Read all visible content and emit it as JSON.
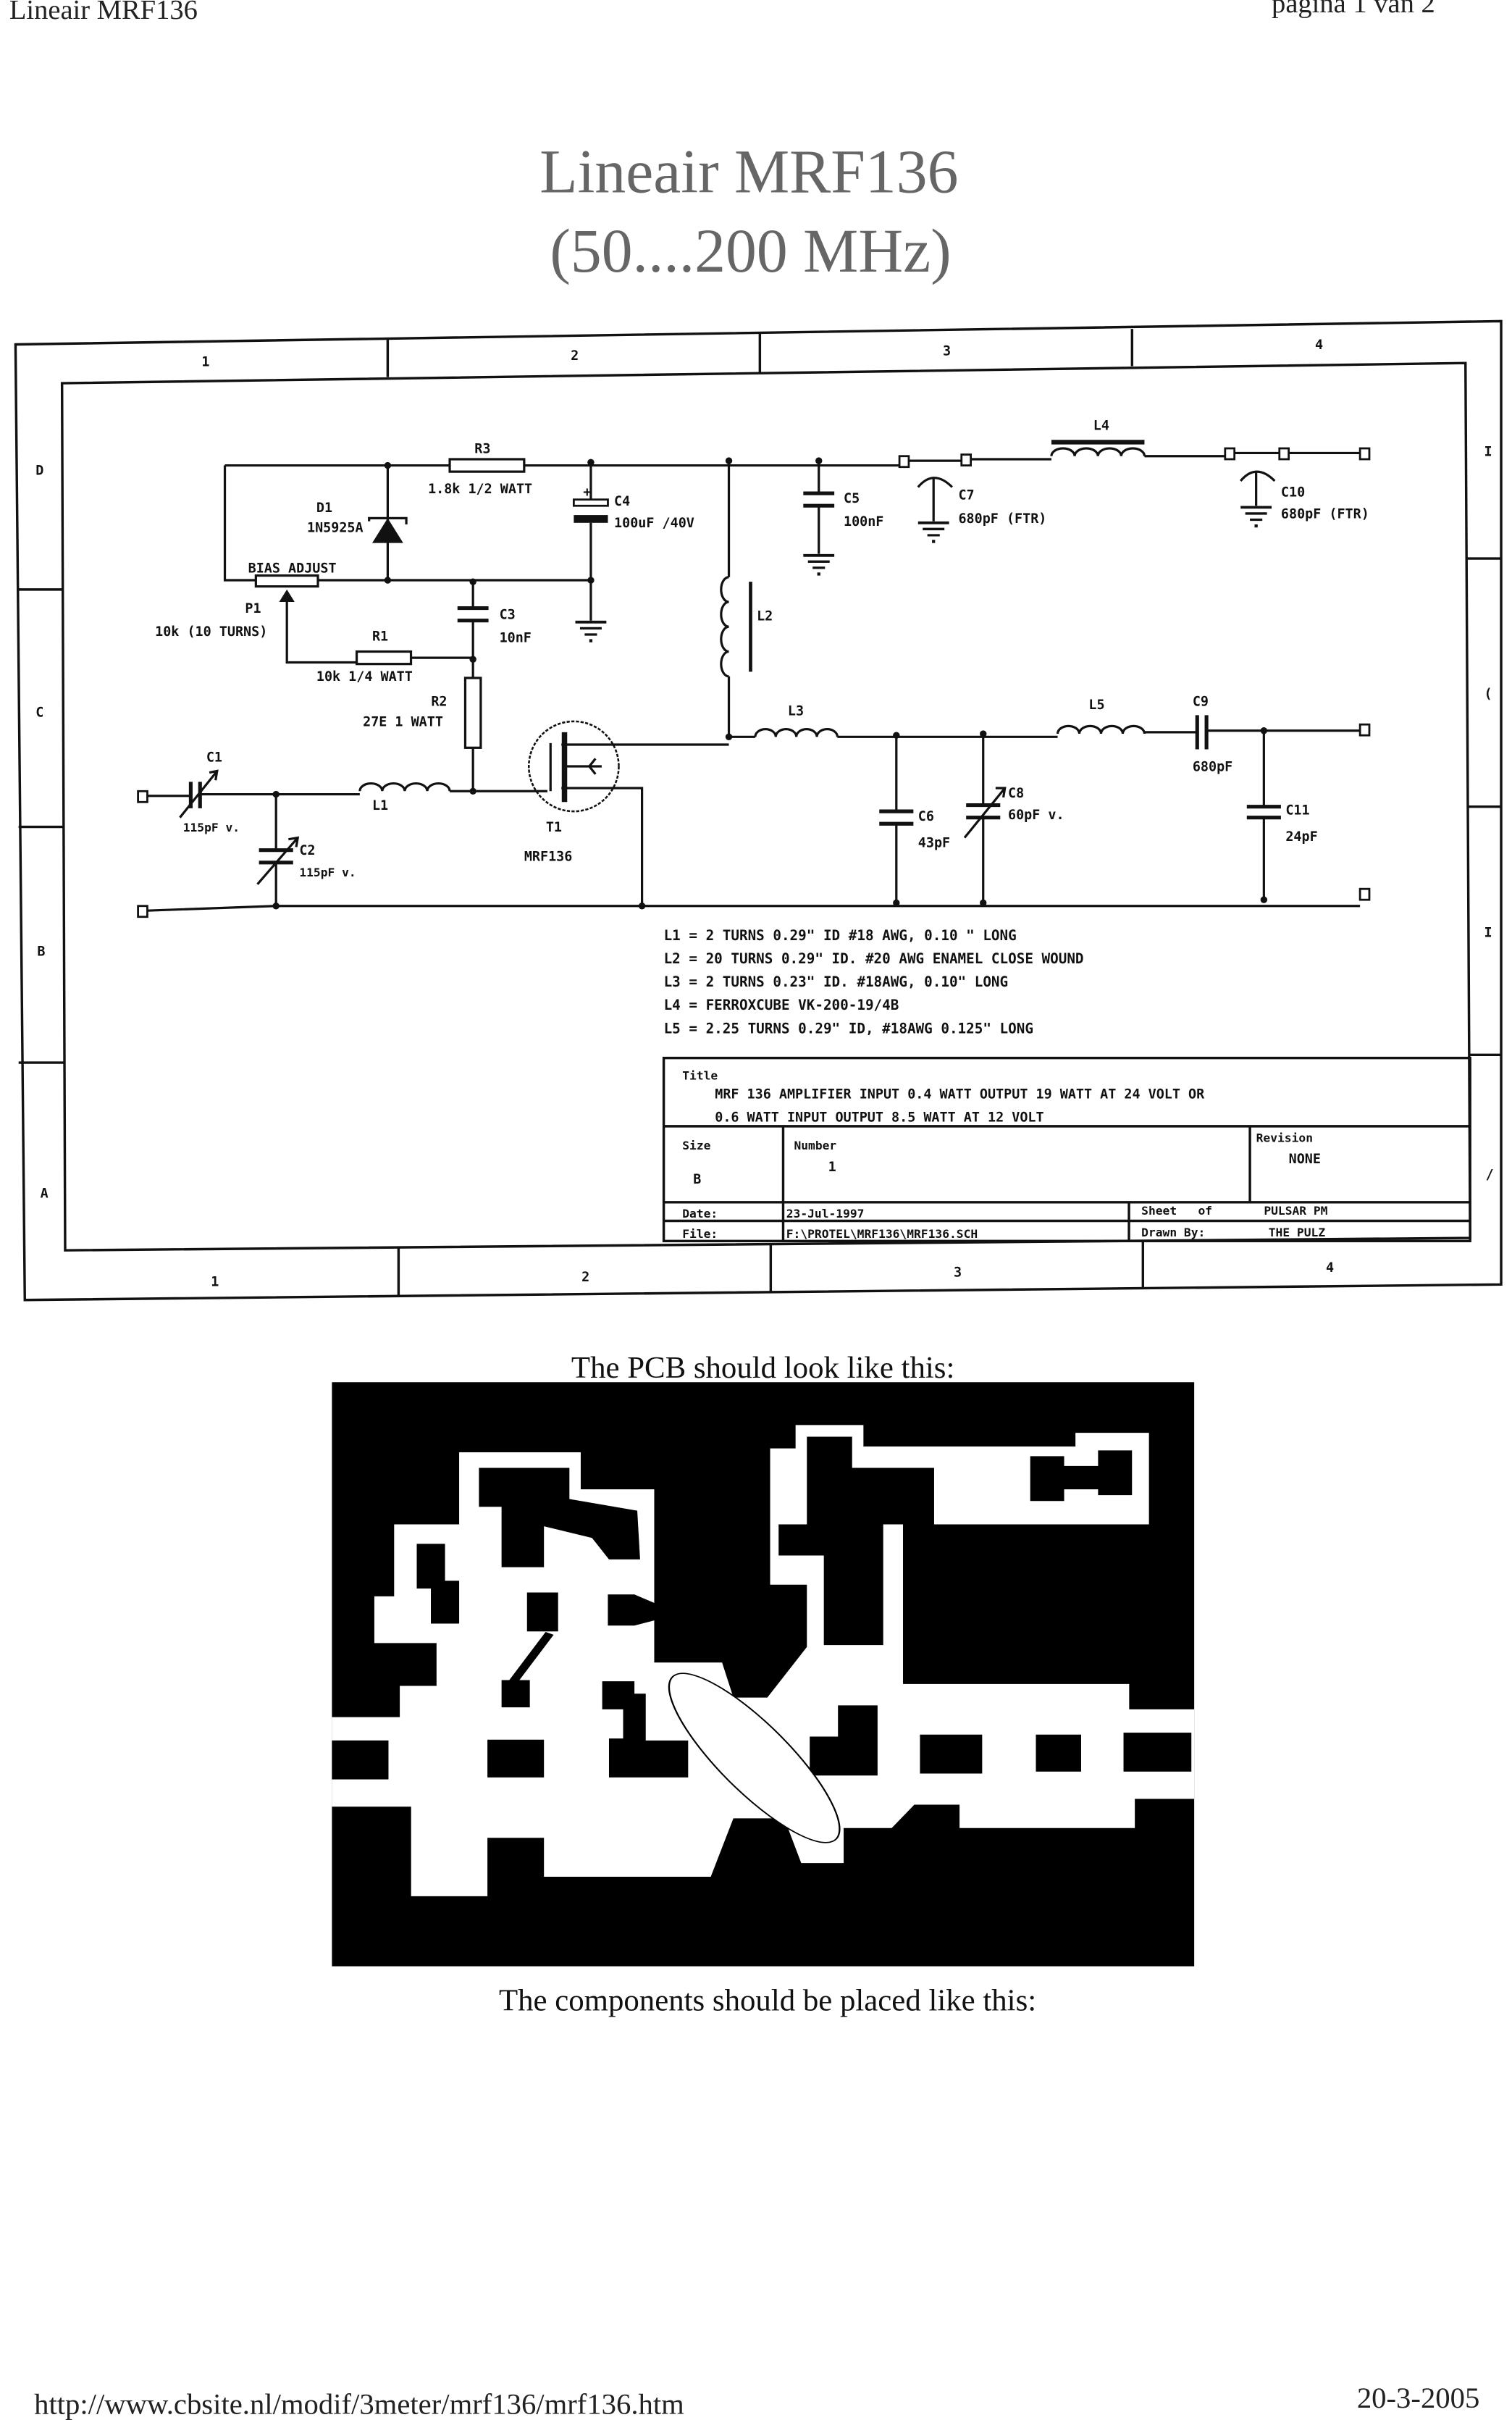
{
  "header": {
    "left": "Lineair MRF136",
    "right": "pagina 1 van 2"
  },
  "title": {
    "line1": "Lineair MRF136",
    "line2": "(50....200 MHz)"
  },
  "frame": {
    "columns": [
      "1",
      "2",
      "3",
      "4"
    ],
    "rows": [
      "D",
      "C",
      "B",
      "A"
    ],
    "right_rows": [
      "I",
      "(",
      "I",
      "/"
    ]
  },
  "schematic": {
    "components": {
      "R3": {
        "ref": "R3",
        "value": "1.8k 1/2 WATT"
      },
      "D1": {
        "ref": "D1",
        "value": "1N5925A"
      },
      "P1": {
        "ref": "P1",
        "value": "10k (10 TURNS)",
        "function": "BIAS ADJUST"
      },
      "R1": {
        "ref": "R1",
        "value": "10k 1/4 WATT"
      },
      "R2": {
        "ref": "R2",
        "value": "27E 1 WATT"
      },
      "C1": {
        "ref": "C1",
        "value": "115pF v."
      },
      "C2": {
        "ref": "C2",
        "value": "115pF v."
      },
      "C3": {
        "ref": "C3",
        "value": "10nF"
      },
      "C4": {
        "ref": "C4",
        "value": "100uF /40V",
        "polarity": "+"
      },
      "L1": {
        "ref": "L1"
      },
      "T1": {
        "ref": "T1",
        "value": "MRF136"
      },
      "L2": {
        "ref": "L2"
      },
      "C5": {
        "ref": "C5",
        "value": "100nF"
      },
      "C7": {
        "ref": "C7",
        "value": "680pF (FTR)"
      },
      "L4": {
        "ref": "L4"
      },
      "C10": {
        "ref": "C10",
        "value": "680pF (FTR)"
      },
      "L3": {
        "ref": "L3"
      },
      "L5": {
        "ref": "L5"
      },
      "C9": {
        "ref": "C9",
        "value": "680pF"
      },
      "C6": {
        "ref": "C6",
        "value": "43pF"
      },
      "C8": {
        "ref": "C8",
        "value": "60pF v."
      },
      "C11": {
        "ref": "C11",
        "value": "24pF"
      }
    },
    "notes": [
      "L1 = 2 TURNS 0.29\" ID #18 AWG, 0.10 \" LONG",
      "L2 = 20 TURNS 0.29\" ID. #20 AWG ENAMEL CLOSE WOUND",
      "L3 = 2 TURNS 0.23\" ID. #18AWG, 0.10\" LONG",
      "L4 = FERROXCUBE VK-200-19/4B",
      "L5 = 2.25 TURNS 0.29\" ID, #18AWG 0.125\" LONG"
    ],
    "title_block": {
      "title_label": "Title",
      "title_line1": "MRF 136 AMPLIFIER INPUT 0.4 WATT OUTPUT 19 WATT AT 24 VOLT OR",
      "title_line2": "0.6 WATT INPUT OUTPUT 8.5 WATT AT 12 VOLT",
      "size_label": "Size",
      "size": "B",
      "number_label": "Number",
      "number": "1",
      "revision_label": "Revision",
      "revision": "NONE",
      "date_label": "Date:",
      "date": "23-Jul-1997",
      "file_label": "File:",
      "file": "F:\\PROTEL\\MRF136\\MRF136.SCH",
      "sheet_label": "Sheet   of",
      "sheet": "PULSAR PM",
      "drawn_label": "Drawn By:",
      "drawn": "THE PULZ"
    }
  },
  "captions": {
    "pcb": "The PCB should look like this:",
    "components": "The components should be placed like this:"
  },
  "footer": {
    "url": "http://www.cbsite.nl/modif/3meter/mrf136/mrf136.htm",
    "date": "20-3-2005"
  }
}
